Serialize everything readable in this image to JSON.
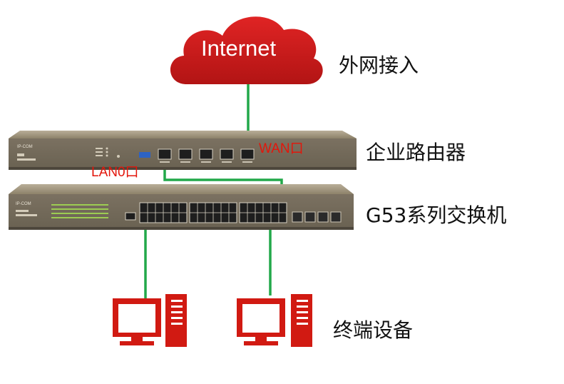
{
  "cloud": {
    "text": "Internet",
    "color": "#d61f1f"
  },
  "labels": {
    "internet_access": "外网接入",
    "router": "企业路由器",
    "switch": "G53系列交换机",
    "terminals": "终端设备",
    "wan_port": "WAN口",
    "lan0_port": "LAN0口"
  },
  "device_marks": {
    "router_brand": "IP-COM",
    "switch_brand": "IP-COM"
  },
  "colors": {
    "cable": "#22a84a",
    "accent": "#e3160b",
    "device_body": "#8a7f67"
  }
}
